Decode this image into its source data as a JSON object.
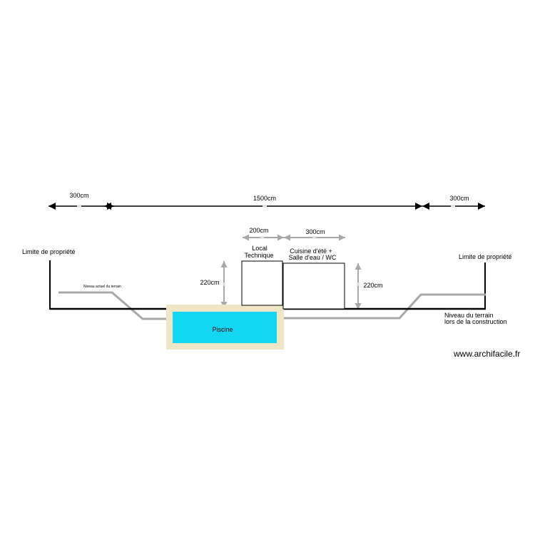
{
  "dimensions": {
    "left_setback": "300cm",
    "total_length": "1500cm",
    "right_setback": "300cm",
    "local_width": "200cm",
    "kitchen_width": "300cm",
    "left_height": "220cm",
    "right_height": "220cm"
  },
  "labels": {
    "property_limit_left": "Limite de propriété",
    "property_limit_right": "Limite de propriété",
    "current_ground": "Niveau actuel du terrain",
    "local_line1": "Local",
    "local_line2": "Technique",
    "kitchen_line1": "Cuisine d'été +",
    "kitchen_line2": "Salle d'eau / WC",
    "pool": "Piscine",
    "ground_construction_line1": "Niveau du terrain",
    "ground_construction_line2": "lors de la construction"
  },
  "watermark": "www.archifacile.fr",
  "colors": {
    "pool_water": "#12d6f2",
    "pool_border": "#efe6c6",
    "ground_line": "#000000",
    "terrain_line": "#a8a8a8",
    "arrow_dark": "#000000",
    "arrow_grey": "#a8a8a8"
  }
}
